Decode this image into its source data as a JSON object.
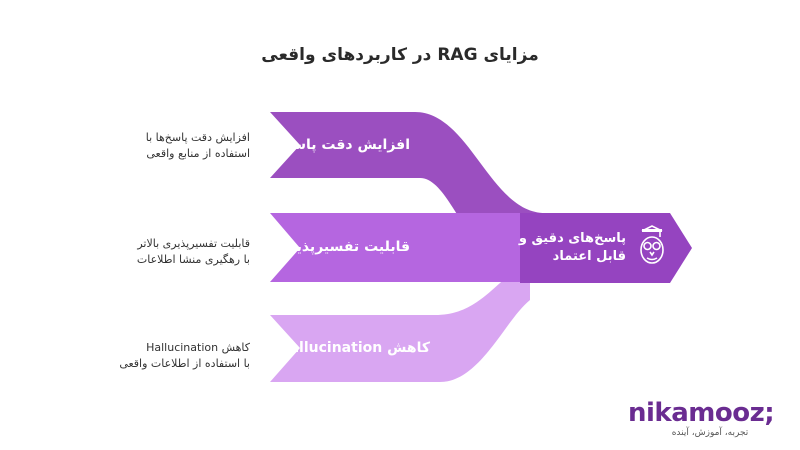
{
  "title": "مزایای RAG در کاربردهای واقعی",
  "colors": {
    "band_top": "#9b4fc0",
    "band_mid": "#b566e0",
    "band_bottom": "#d9a6f2",
    "output": "#9544c0"
  },
  "items": [
    {
      "label": "افزایش دقت پاسخ",
      "desc_line1": "افزایش دقت پاسخ‌ها با",
      "desc_line2": "استفاده از منابع واقعی"
    },
    {
      "label": "قابلیت تفسیرپذیری",
      "desc_line1": "قابلیت تفسیرپذیری بالاتر",
      "desc_line2": "با رهگیری منشا اطلاعات"
    },
    {
      "label": "کاهش Hallucination",
      "desc_line1": "کاهش Hallucination",
      "desc_line2": "با استفاده از اطلاعات واقعی"
    }
  ],
  "output": {
    "line1": "پاسخ‌های دقیق و",
    "line2": "قابل اعتماد",
    "icon": "owl-graduate-icon"
  },
  "brand": {
    "name": "nikamooz",
    "suffix": ";",
    "tagline": "تجربه، آموزش، آینده"
  }
}
